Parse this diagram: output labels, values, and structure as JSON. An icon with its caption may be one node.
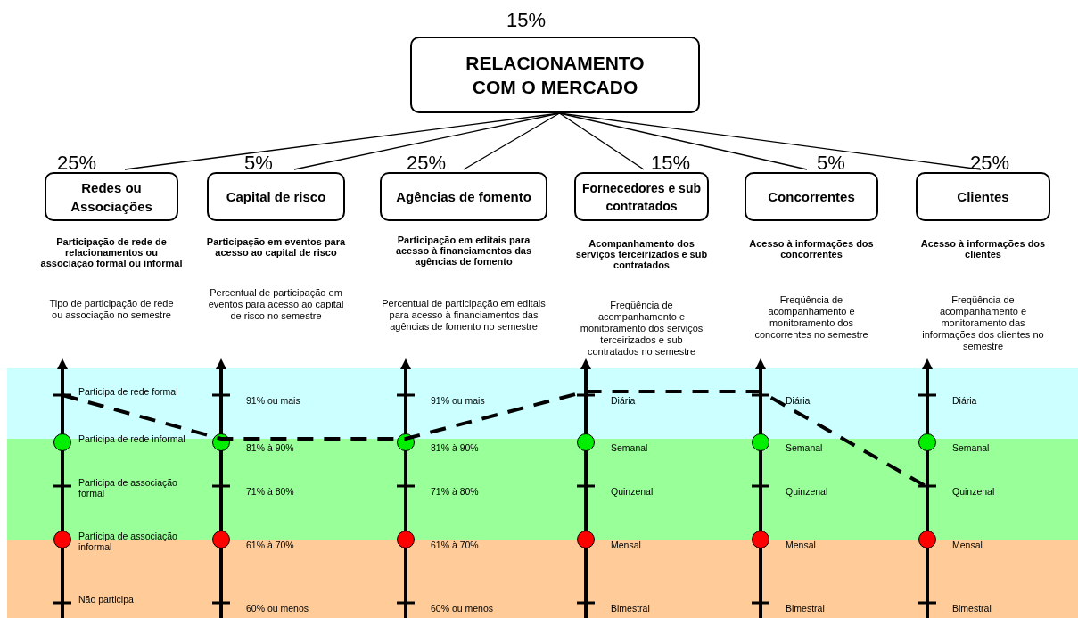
{
  "diagram": {
    "nodes": [
      {
        "text": [
          "RELACIONAMENTO COM O MERCADO"
        ],
        "beside": [
          "15%"
        ]
      },
      {
        "text": [
          "Redes ou Associações"
        ],
        "beside": [
          "25%",
          "Participação de rede de relacionamentos ou associação formal ou informal",
          "Tipo de participação de rede ou associação no semestre"
        ]
      },
      {
        "text": [
          "Capital de risco"
        ],
        "beside": [
          "5%",
          "Participação em eventos para acesso ao capital de risco",
          "Percentual de participação em eventos para acesso ao capital de risco no semestre"
        ]
      },
      {
        "text": [
          "Agências de fomento"
        ],
        "beside": [
          "25%",
          "Participação em editais para acesso à financiamentos das agências de fomento",
          "Percentual de participação em editais para acesso à financiamentos das agências de fomento no semestre"
        ]
      },
      {
        "text": [
          "Fornecedores e sub contratados"
        ],
        "beside": [
          "15%",
          "Acompanhamento dos serviços terceirizados e sub contratados",
          "Freqüência de acompanhamento e monitoramento dos serviços terceirizados e sub contratados no semestre"
        ]
      },
      {
        "text": [
          "Concorrentes"
        ],
        "beside": [
          "5%",
          "Acesso à informações dos concorrentes",
          "Freqüência de acompanhamento e monitoramento dos concorrentes no semestre"
        ]
      },
      {
        "text": [
          "Clientes"
        ],
        "beside": [
          "25%",
          "Acesso à informações dos clientes",
          "Freqüência de acompanhamento e monitoramento das informações dos clientes no semestre"
        ]
      }
    ],
    "edges": [
      {
        "from": 0,
        "to": 1,
        "arrow": "none"
      },
      {
        "from": 0,
        "to": 2,
        "arrow": "none"
      },
      {
        "from": 0,
        "to": 3,
        "arrow": "none"
      },
      {
        "from": 0,
        "to": 4,
        "arrow": "none"
      },
      {
        "from": 0,
        "to": 5,
        "arrow": "none"
      },
      {
        "from": 0,
        "to": 6,
        "arrow": "none"
      }
    ],
    "labels": [
      "Participa de rede formal",
      "Participa de rede informal",
      "Participa de associação formal",
      "Participa de associação informal",
      "Não participa",
      "91% ou mais",
      "81% à 90%",
      "71% à 80%",
      "61% à 70%",
      "60% ou menos",
      "91% ou mais",
      "81% à 90%",
      "71% à 80%",
      "61% à 70%",
      "60% ou menos",
      "Diária",
      "Semanal",
      "Quinzenal",
      "Mensal",
      "Bimestral",
      "Diária",
      "Semanal",
      "Quinzenal",
      "Mensal",
      "Bimestral",
      "Diária",
      "Semanal",
      "Quinzenal",
      "Mensal",
      "Bimestral"
    ]
  }
}
